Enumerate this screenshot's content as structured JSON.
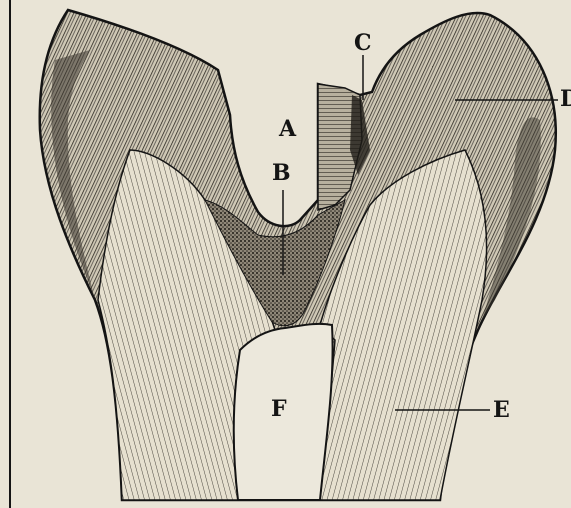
{
  "figure": {
    "labels": {
      "a": "A",
      "b": "B",
      "c": "C",
      "d": "D",
      "e": "E",
      "f": "F"
    }
  },
  "colors": {
    "paper": "#e9e4d6",
    "ink": "#141414",
    "enamel_shade": "#4a463e",
    "dentine_shade": "#d9d3c2",
    "decay": "#2a2620"
  }
}
